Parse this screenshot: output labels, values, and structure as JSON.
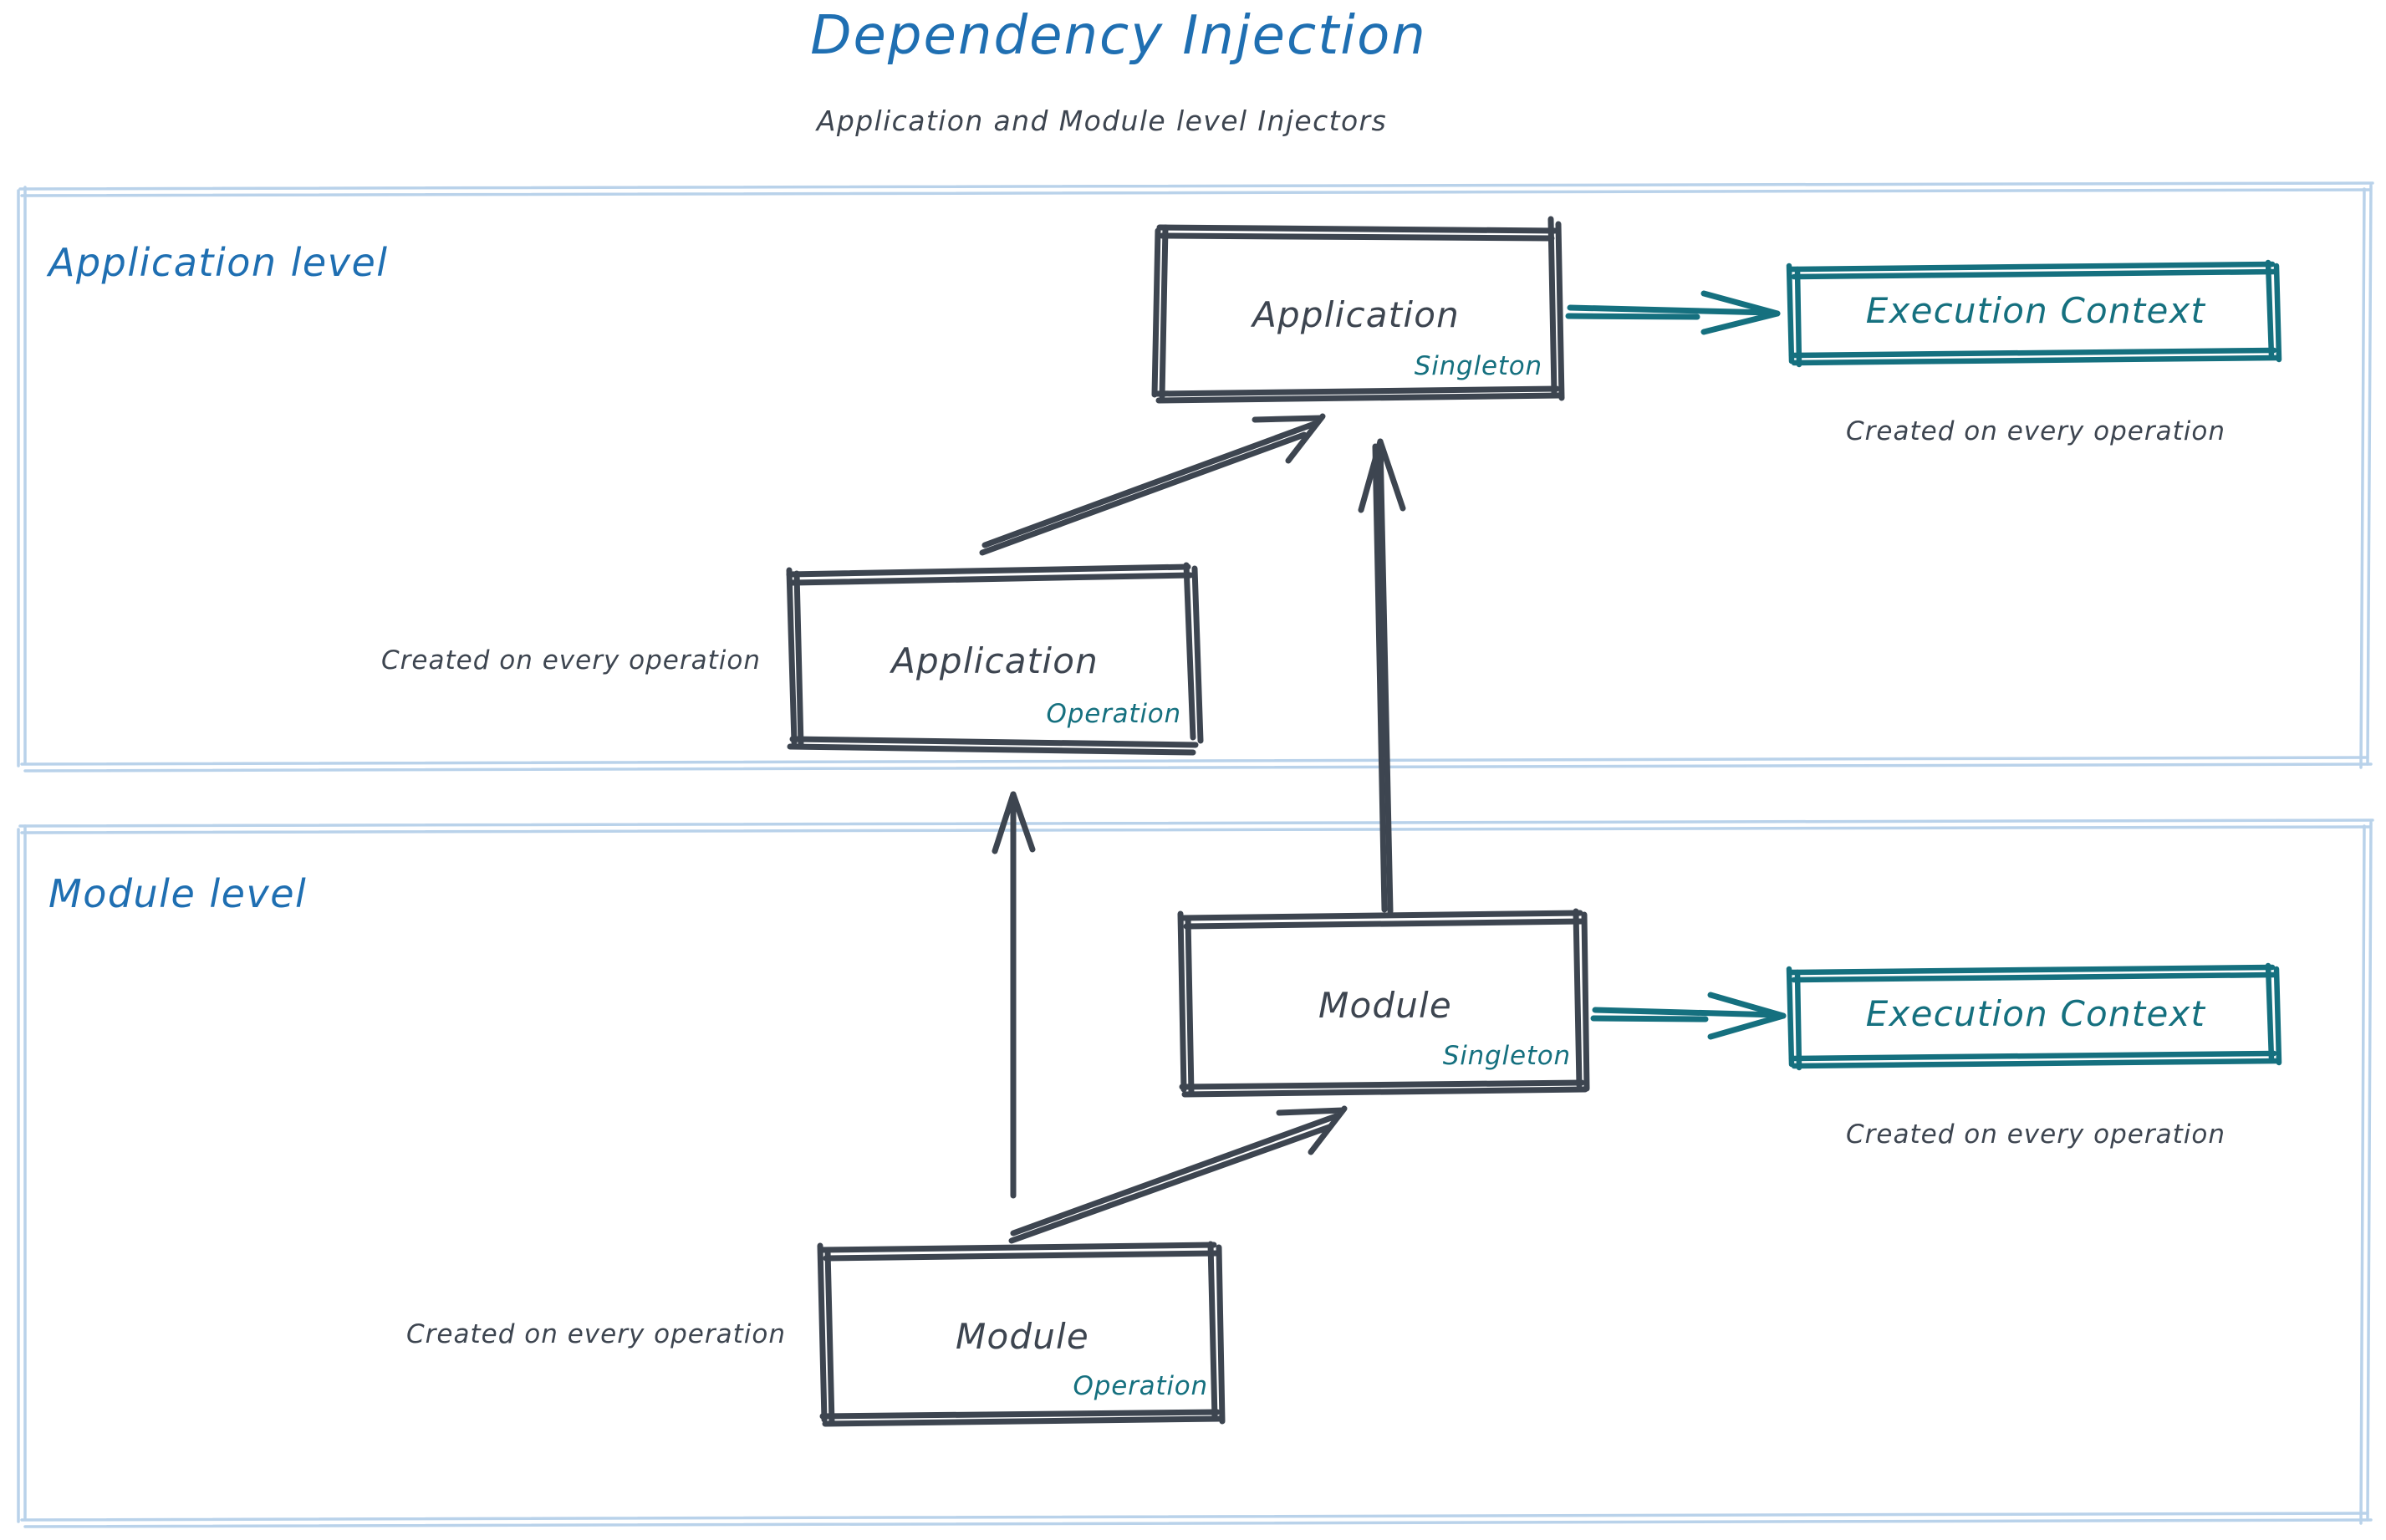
{
  "header": {
    "title": "Dependency Injection",
    "subtitle": "Application and Module level Injectors",
    "title_color": "#1f6fb2",
    "subtitle_color": "#3d4550"
  },
  "colors": {
    "zone_border": "#b9d2ea",
    "zone_label": "#1f6fb2",
    "box_stroke": "#3d4550",
    "box_text": "#3d4550",
    "accent_teal": "#15707f",
    "canvas": "#ffffff"
  },
  "zones": [
    {
      "id": "application-level",
      "label": "Application level"
    },
    {
      "id": "module-level",
      "label": "Module level"
    }
  ],
  "nodes": {
    "app_singleton": {
      "title": "Application",
      "scope": "Singleton",
      "scope_color": "#15707f"
    },
    "app_operation": {
      "title": "Application",
      "scope": "Operation",
      "scope_color": "#15707f"
    },
    "module_singleton": {
      "title": "Module",
      "scope": "Singleton",
      "scope_color": "#15707f"
    },
    "module_operation": {
      "title": "Module",
      "scope": "Operation",
      "scope_color": "#15707f"
    },
    "exec_ctx_app": {
      "title": "Execution Context",
      "caption": "Created on every operation"
    },
    "exec_ctx_module": {
      "title": "Execution Context",
      "caption": "Created on every operation"
    }
  },
  "captions": {
    "app_operation_note": "Created on every operation",
    "module_operation_note": "Created on every operation"
  },
  "edges": [
    {
      "id": "app-singleton-to-exec-ctx",
      "from": "app_singleton",
      "to": "exec_ctx_app",
      "style": "teal-arrow"
    },
    {
      "id": "app-operation-to-app-singleton",
      "from": "app_operation",
      "to": "app_singleton",
      "style": "dark-arrow"
    },
    {
      "id": "module-singleton-to-app-singleton",
      "from": "module_singleton",
      "to": "app_singleton",
      "style": "dark-arrow"
    },
    {
      "id": "module-singleton-to-exec-ctx",
      "from": "module_singleton",
      "to": "exec_ctx_module",
      "style": "teal-arrow"
    },
    {
      "id": "module-operation-to-module-singleton",
      "from": "module_operation",
      "to": "module_singleton",
      "style": "dark-arrow"
    },
    {
      "id": "module-level-to-application-level",
      "from": "module_level_zone",
      "to": "application_level_zone",
      "style": "dark-arrow"
    }
  ]
}
